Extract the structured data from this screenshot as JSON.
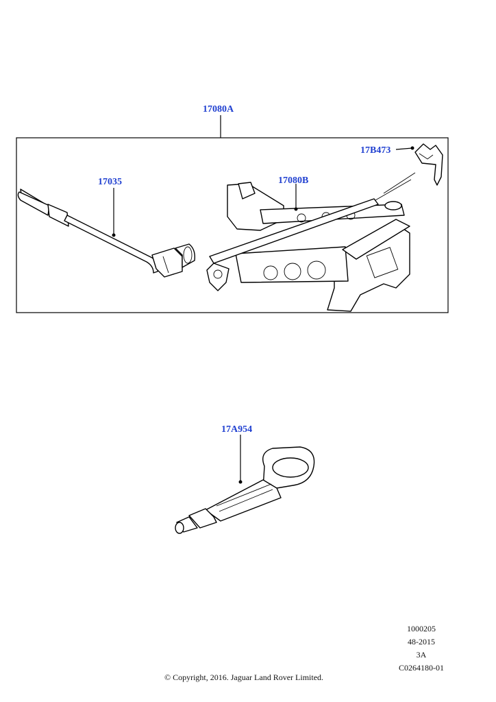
{
  "callouts": {
    "kit": "17080A",
    "wheel_brace": "17035",
    "jack": "17080B",
    "clip": "17B473",
    "tow_eye": "17A954"
  },
  "meta": {
    "line1": "1000205",
    "line2": "48-2015",
    "line3": "3A",
    "line4": "C0264180-01"
  },
  "copyright": "© Copyright, 2016. Jaguar Land Rover Limited.",
  "colors": {
    "callout": "#1f3fd0",
    "line": "#000000"
  }
}
